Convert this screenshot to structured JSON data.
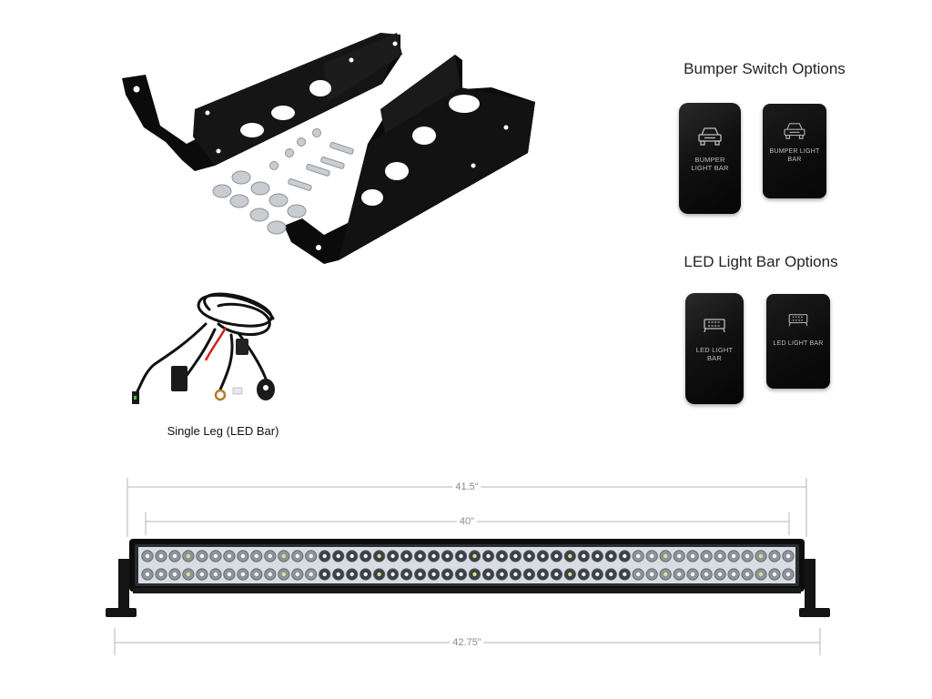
{
  "sections": {
    "bumper_switch_title": "Bumper Switch Options",
    "led_light_bar_title": "LED Light Bar Options"
  },
  "switches": {
    "bumper": [
      {
        "label": "BUMPER LIGHT BAR",
        "icon": "truck-icon"
      },
      {
        "label": "BUMPER LIGHT BAR",
        "icon": "truck-icon"
      }
    ],
    "led": [
      {
        "label": "LED LIGHT BAR",
        "icon": "light-bar-icon"
      },
      {
        "label": "LED LIGHT BAR",
        "icon": "light-bar-icon"
      }
    ]
  },
  "harness": {
    "caption": "Single Leg (LED Bar)"
  },
  "dimensions": {
    "overall_top": "41.5\"",
    "lens_width": "40\"",
    "overall_bottom": "42.75\""
  },
  "colors": {
    "bracket": "#0b0b0b",
    "switch_body": "#0f0f0f",
    "dimension_line": "#b5b5b5",
    "hardware": "#c9ccd0"
  }
}
